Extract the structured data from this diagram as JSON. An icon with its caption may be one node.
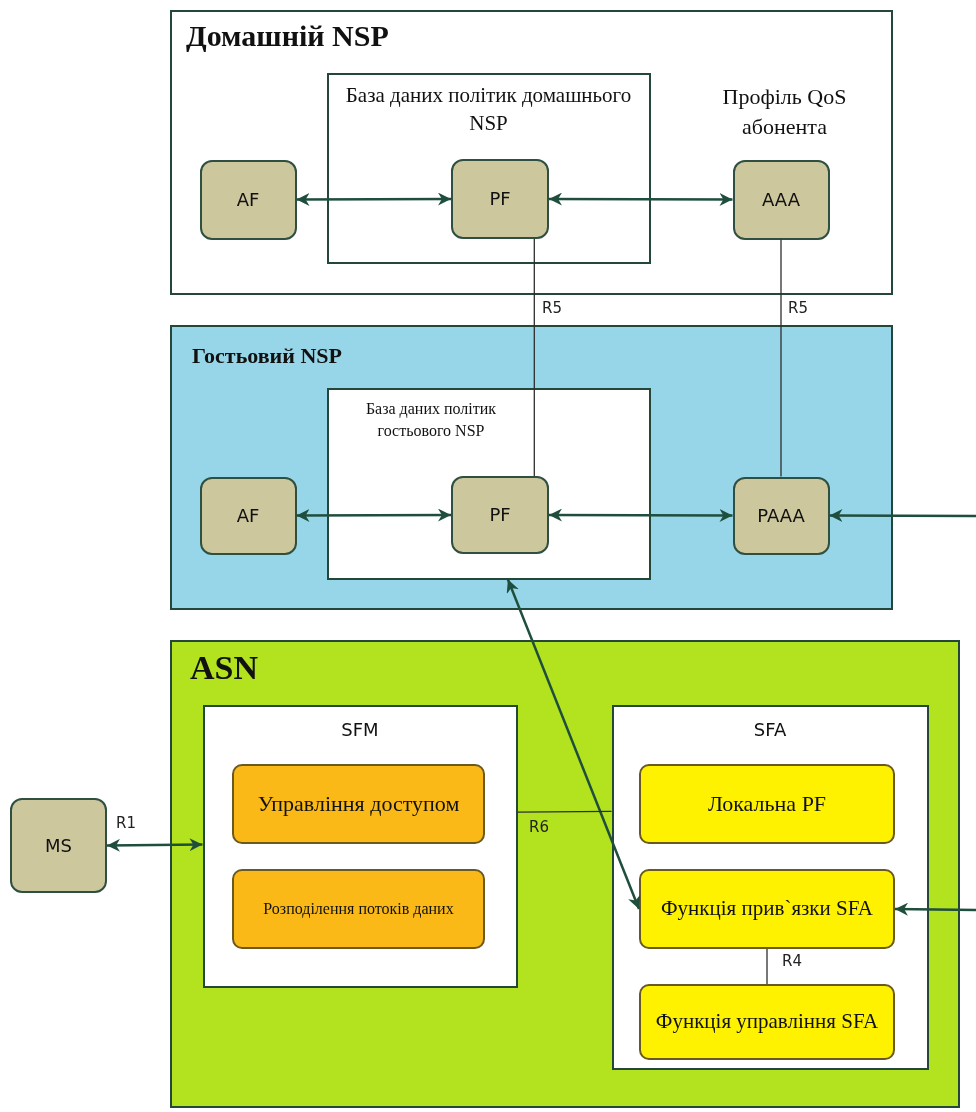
{
  "diagram": {
    "nodes": [
      {
        "text": [
          "Домашній NSP"
        ]
      },
      {
        "text": [
          "База даних політик домашнього NSP"
        ],
        "in": 0
      },
      {
        "text": [
          "AF"
        ],
        "in": 0
      },
      {
        "text": [
          "PF"
        ],
        "in": 1
      },
      {
        "text": [
          "AAA"
        ],
        "in": 0,
        "beside": [
          "Профіль QoS абонента"
        ]
      },
      {
        "text": [
          "Гостьовий NSP"
        ]
      },
      {
        "text": [
          "База даних політик гостьового NSP"
        ],
        "in": 5
      },
      {
        "text": [
          "AF"
        ],
        "in": 5
      },
      {
        "text": [
          "PF"
        ],
        "in": 6
      },
      {
        "text": [
          "PAAA"
        ],
        "in": 5
      },
      {
        "text": [
          "ASN"
        ]
      },
      {
        "text": [
          "SFM"
        ],
        "in": 10
      },
      {
        "text": [
          "Управління доступом"
        ],
        "in": 11
      },
      {
        "text": [
          "Розподілення потоків даних"
        ],
        "in": 11
      },
      {
        "text": [
          "SFA"
        ],
        "in": 10
      },
      {
        "text": [
          "Локальна PF"
        ],
        "in": 14
      },
      {
        "text": [
          "Функція прив`язки SFA"
        ],
        "in": 14
      },
      {
        "text": [
          "Функція управління SFA"
        ],
        "in": 14
      },
      {
        "text": [
          "MS"
        ]
      }
    ],
    "edges": [
      {
        "from": 2,
        "to": 3,
        "arrow": "both"
      },
      {
        "from": 3,
        "to": 4,
        "arrow": "both"
      },
      {
        "from": 3,
        "to": 8,
        "arrow": "none",
        "label": "R5",
        "color": "#2e2e2e"
      },
      {
        "from": 4,
        "to": 9,
        "arrow": "none",
        "label": "R5",
        "color": "#2e2e2e"
      },
      {
        "from": 7,
        "to": 8,
        "arrow": "both"
      },
      {
        "from": 8,
        "to": 9,
        "arrow": "both"
      },
      {
        "from": null,
        "to": 9,
        "arrow": "to"
      },
      {
        "from": 6,
        "to": 16,
        "arrow": "both"
      },
      {
        "from": 11,
        "to": 14,
        "arrow": "none",
        "label": "R6",
        "color": "#2e2e2e"
      },
      {
        "from": 18,
        "to": 11,
        "arrow": "both",
        "label": "R1"
      },
      {
        "from": 16,
        "to": 17,
        "arrow": "none",
        "label": "R4",
        "color": "#2e2e2e"
      },
      {
        "from": null,
        "to": 16,
        "arrow": "to"
      }
    ]
  }
}
